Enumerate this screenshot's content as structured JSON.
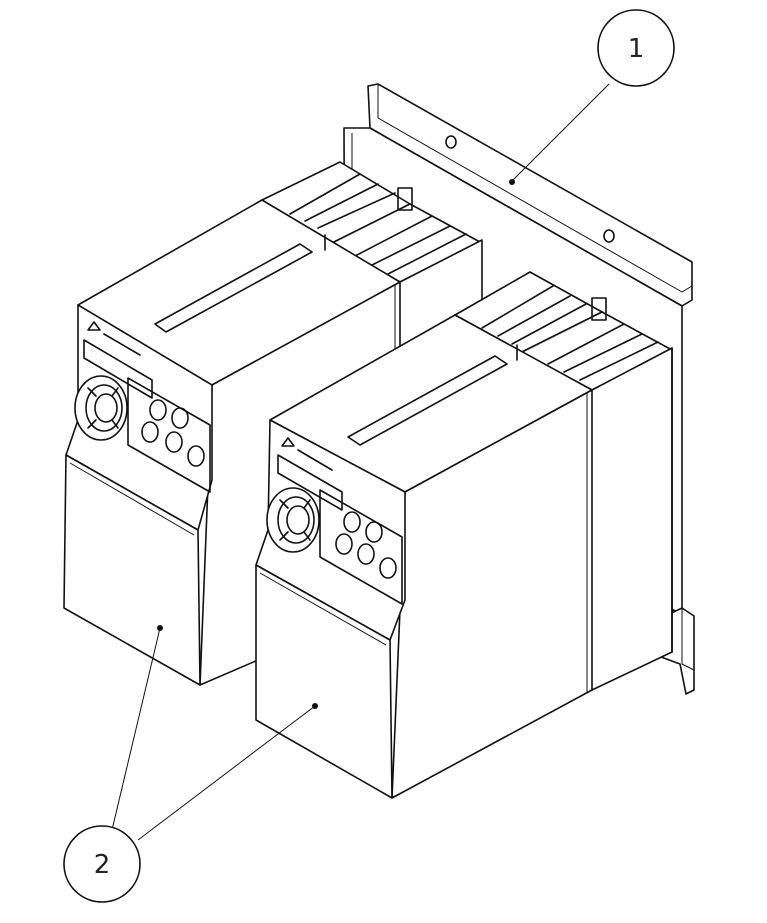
{
  "callouts": [
    {
      "id": "callout-1",
      "label": "1"
    },
    {
      "id": "callout-2",
      "label": "2"
    }
  ],
  "colors": {
    "line": "#111111",
    "background": "#ffffff"
  }
}
